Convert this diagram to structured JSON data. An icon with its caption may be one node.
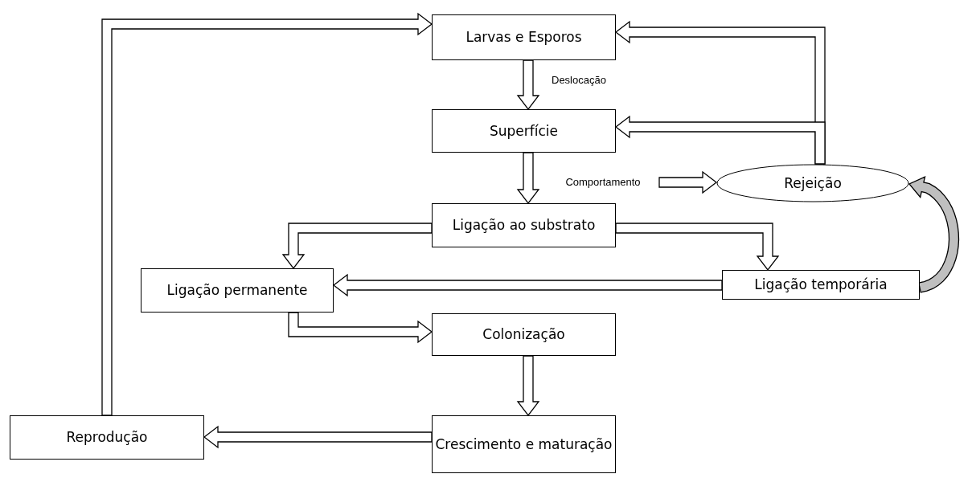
{
  "diagram": {
    "nodes": [
      {
        "text": [
          "Larvas e Esporos"
        ]
      },
      {
        "text": [
          "Superfície"
        ]
      },
      {
        "text": [
          "Comportamento"
        ]
      },
      {
        "text": [
          "Rejeição"
        ]
      },
      {
        "text": [
          "Ligação ao substrato"
        ]
      },
      {
        "text": [
          "Ligação permanente"
        ]
      },
      {
        "text": [
          "Ligação temporária"
        ]
      },
      {
        "text": [
          "Colonização"
        ]
      },
      {
        "text": [
          "Crescimento e maturação"
        ]
      },
      {
        "text": [
          "Reprodução"
        ]
      }
    ],
    "edges": [
      {
        "from": 0,
        "to": 1,
        "arrow": "to",
        "label": "Deslocação"
      },
      {
        "from": 1,
        "to": 4,
        "arrow": "to"
      },
      {
        "from": 2,
        "to": 3,
        "arrow": "to"
      },
      {
        "from": 3,
        "to": 0,
        "arrow": "to"
      },
      {
        "from": 3,
        "to": 1,
        "arrow": "to"
      },
      {
        "from": 4,
        "to": 5,
        "arrow": "to"
      },
      {
        "from": 4,
        "to": 6,
        "arrow": "to"
      },
      {
        "from": 6,
        "to": 5,
        "arrow": "to"
      },
      {
        "from": 6,
        "to": 3,
        "arrow": "to",
        "color": "#bfbfbf"
      },
      {
        "from": 5,
        "to": 7,
        "arrow": "to"
      },
      {
        "from": 7,
        "to": 8,
        "arrow": "to"
      },
      {
        "from": 8,
        "to": 9,
        "arrow": "to"
      },
      {
        "from": 9,
        "to": 0,
        "arrow": "to"
      }
    ]
  }
}
